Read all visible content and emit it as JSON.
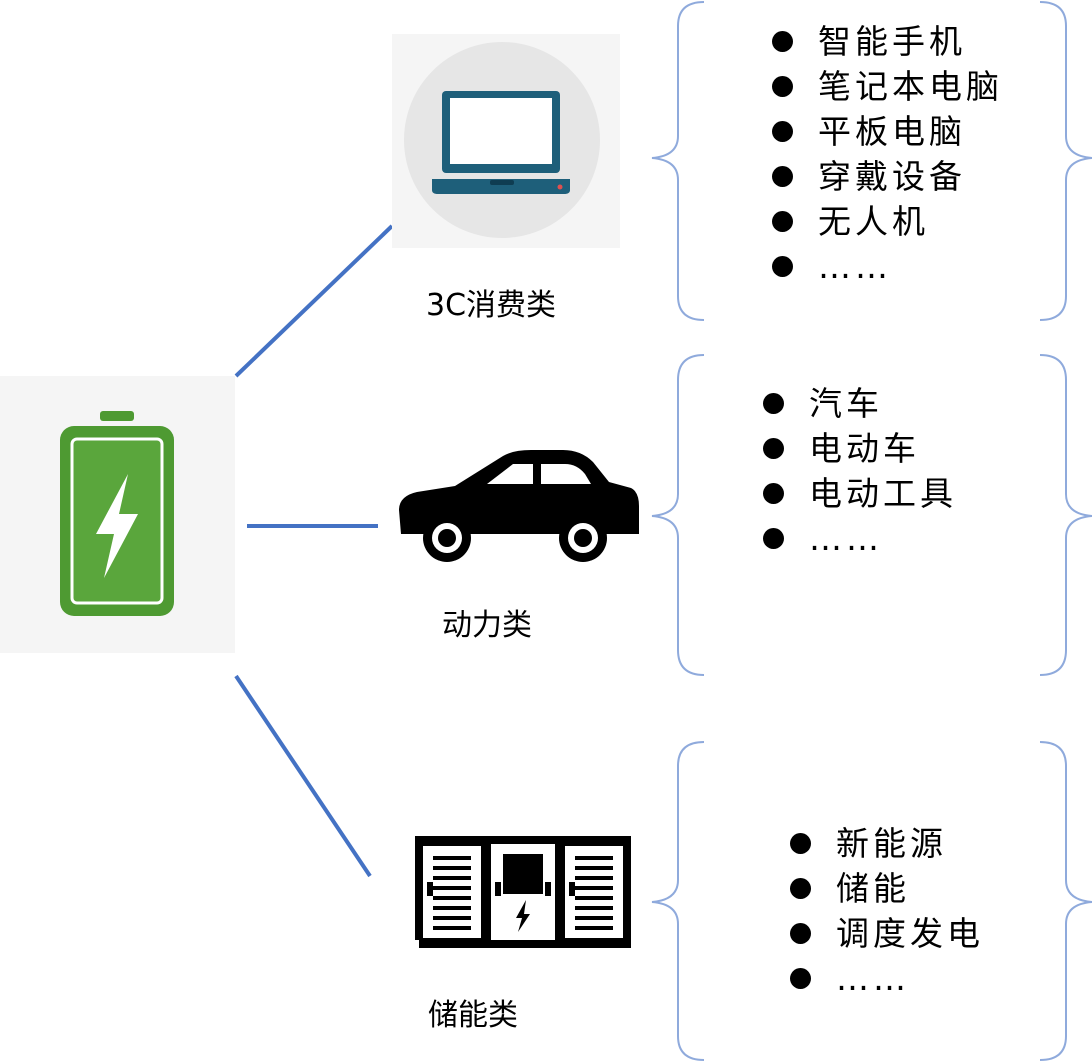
{
  "categories": [
    {
      "label": "3C消费类",
      "icon": "laptop-icon",
      "items": [
        "智能手机",
        "笔记本电脑",
        "平板电脑",
        "穿戴设备",
        "无人机",
        "……"
      ]
    },
    {
      "label": "动力类",
      "icon": "car-icon",
      "items": [
        "汽车",
        "电动车",
        "电动工具",
        "……"
      ]
    },
    {
      "label": "储能类",
      "icon": "energy-storage-cabinet-icon",
      "items": [
        "新能源",
        "储能",
        "调度发电",
        "……"
      ]
    }
  ],
  "colors": {
    "connector": "#4472c4",
    "battery_green": "#4e9a32",
    "brace": "#8faadc",
    "laptop_blue": "#1e5f7a",
    "icon_bg": "#f5f5f5"
  }
}
